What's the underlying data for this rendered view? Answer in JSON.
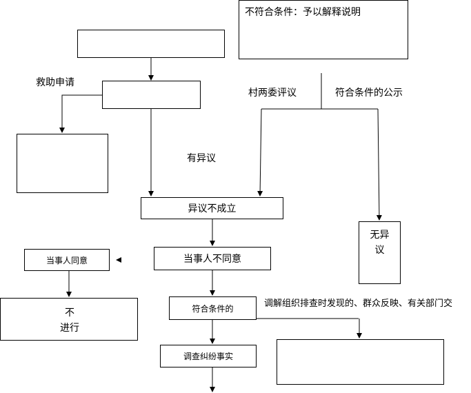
{
  "nodes": {
    "reject_explain": "不符合条件：予以解释说明",
    "objection_invalid": "异议不成立",
    "party_disagree": "当事人不同意",
    "party_agree": "当事人同意",
    "not_proceed_line1": "不",
    "not_proceed_line2": "进行",
    "qualified": "符合条件的",
    "investigate": "调查纠纷事实",
    "no_objection_line1": "无异",
    "no_objection_line2": "议"
  },
  "labels": {
    "rescue_apply": "救助申请",
    "village_review": "村两委评议",
    "qualified_publicity": "符合条件的公示",
    "has_objection": "有异议",
    "mediation_sources": "调解组织排查时发现的、群众反映、有关部门交"
  },
  "colors": {
    "line": "#000000",
    "background": "#ffffff"
  }
}
